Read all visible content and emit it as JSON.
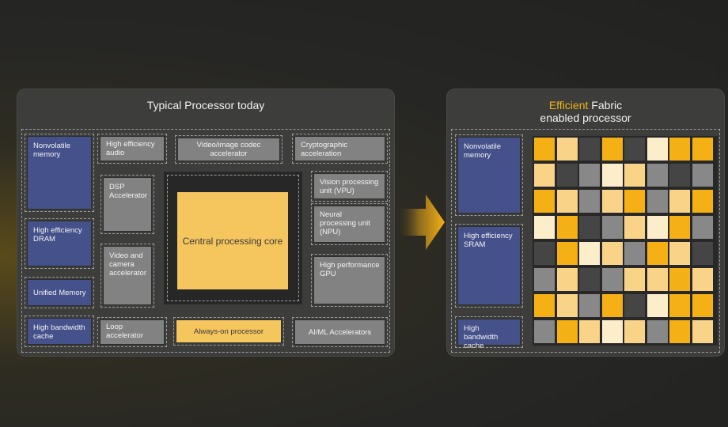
{
  "left_panel": {
    "title": "Typical Processor today",
    "nonvolatile": "Nonvolatile memory",
    "dram": "High efficiency DRAM",
    "unified": "Unified Memory",
    "cache": "High bandwidth cache",
    "audio": "High efficiency audio",
    "codec": "Video/image codec accelerator",
    "crypto": "Cryptographic acceleration",
    "dsp": "DSP Accelerator",
    "camera": "Video and camera accelerator",
    "cpu": "Central processing core",
    "vpu": "Vision processing unit (VPU)",
    "npu": "Neural processing unit (NPU)",
    "gpu": "High performance GPU",
    "loop": "Loop accelerator",
    "always_on": "Always-on processor",
    "aiml": "AI/ML Accelerators"
  },
  "right_panel": {
    "title_highlight": "Efficient",
    "title_rest": " Fabric",
    "title_line2": "enabled processor",
    "nonvolatile": "Nonvolatile memory",
    "sram": "High efficiency SRAM",
    "cache": "High bandwidth cache"
  },
  "colors": {
    "gold": "#f5b015",
    "light_gold": "#f9d488",
    "cream": "#fdeecb",
    "grey": "#888888",
    "dark": "#454545"
  },
  "fabric_grid": [
    [
      "G",
      "L",
      "D",
      "G",
      "D",
      "C",
      "G",
      "G"
    ],
    [
      "L",
      "D",
      "M",
      "C",
      "L",
      "M",
      "D",
      "M"
    ],
    [
      "G",
      "L",
      "M",
      "L",
      "G",
      "M",
      "L",
      "G"
    ],
    [
      "C",
      "G",
      "D",
      "M",
      "L",
      "C",
      "G",
      "M"
    ],
    [
      "D",
      "G",
      "C",
      "L",
      "M",
      "G",
      "L",
      "D"
    ],
    [
      "M",
      "L",
      "D",
      "M",
      "L",
      "L",
      "G",
      "L"
    ],
    [
      "G",
      "L",
      "M",
      "G",
      "D",
      "C",
      "G",
      "G"
    ],
    [
      "M",
      "G",
      "L",
      "C",
      "L",
      "M",
      "G",
      "L"
    ]
  ]
}
